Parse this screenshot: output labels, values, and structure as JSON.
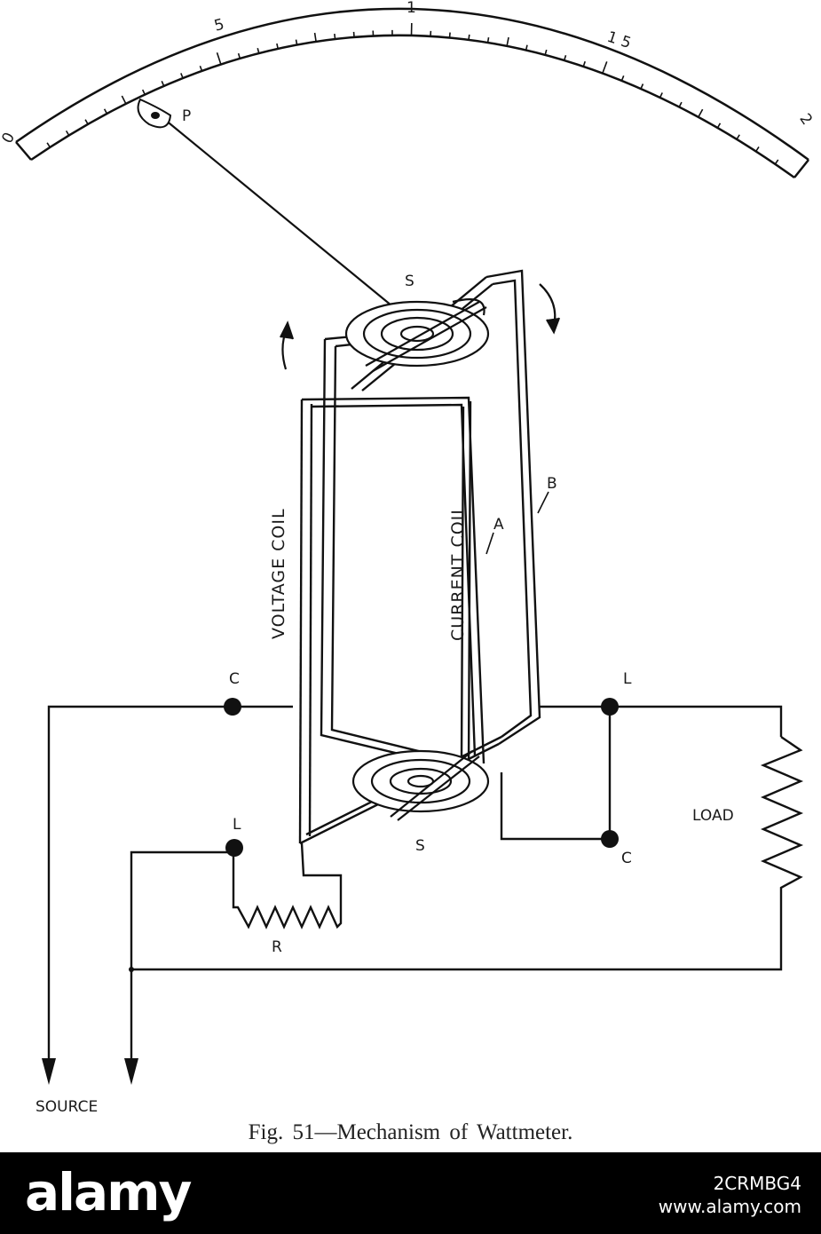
{
  "diagram": {
    "scale_labels": [
      "0",
      "5",
      "1",
      "1 5",
      "2"
    ],
    "pointer_label": "P",
    "spring_top_label": "S",
    "spring_bottom_label": "S",
    "voltage_coil_label": "VOLTAGE COIL",
    "current_coil_label": "CURRENT COIL",
    "coil_a_label": "A",
    "coil_b_label": "B",
    "terminal_c_left": "C",
    "terminal_l_right": "L",
    "terminal_c_right": "C",
    "terminal_l_left": "L",
    "resistor_label": "R",
    "load_label": "LOAD",
    "source_label": "SOURCE",
    "caption": "Fig. 51—Mechanism of Wattmeter."
  },
  "footer": {
    "brand": "alamy",
    "image_id": "2CRMBG4",
    "url": "www.alamy.com"
  }
}
